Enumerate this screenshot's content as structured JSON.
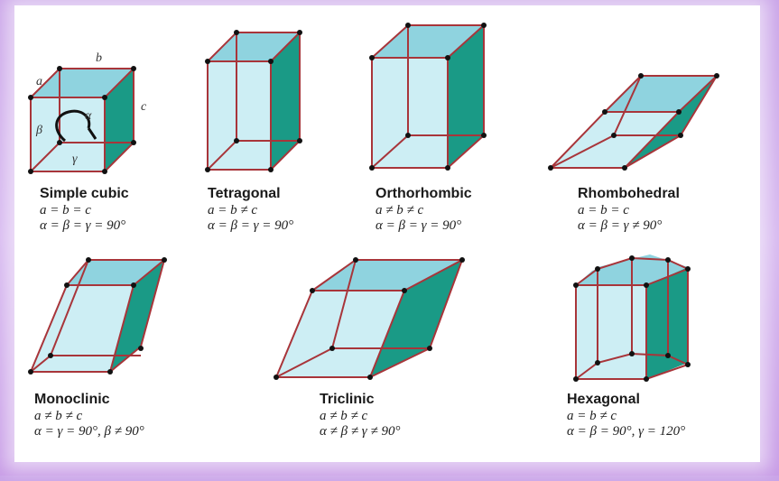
{
  "lattices": [
    {
      "name": "Simple cubic",
      "line1": "a = b = c",
      "line2": "α = β = γ = 90°"
    },
    {
      "name": "Tetragonal",
      "line1": "a = b ≠ c",
      "line2": "α = β = γ = 90°"
    },
    {
      "name": "Orthorhombic",
      "line1": "a ≠ b ≠ c",
      "line2": "α = β = γ = 90°"
    },
    {
      "name": "Rhombohedral",
      "line1": "a = b = c",
      "line2": "α = β = γ ≠ 90°"
    },
    {
      "name": "Monoclinic",
      "line1": "a ≠ b ≠ c",
      "line2": "α = γ = 90°, β ≠ 90°"
    },
    {
      "name": "Triclinic",
      "line1": "a ≠ b ≠ c",
      "line2": "α ≠ β ≠ γ ≠ 90°"
    },
    {
      "name": "Hexagonal",
      "line1": "a = b ≠ c",
      "line2": "α = β = 90°, γ = 120°"
    }
  ],
  "cube_labels": {
    "a": "a",
    "b": "b",
    "c": "c",
    "alpha": "α",
    "beta": "β",
    "gamma": "γ"
  },
  "colors": {
    "face_light": "#cdeef4",
    "face_top": "#8fd3df",
    "face_side": "#1a9a86",
    "edge": "#a8353a",
    "vertex": "#111111"
  }
}
